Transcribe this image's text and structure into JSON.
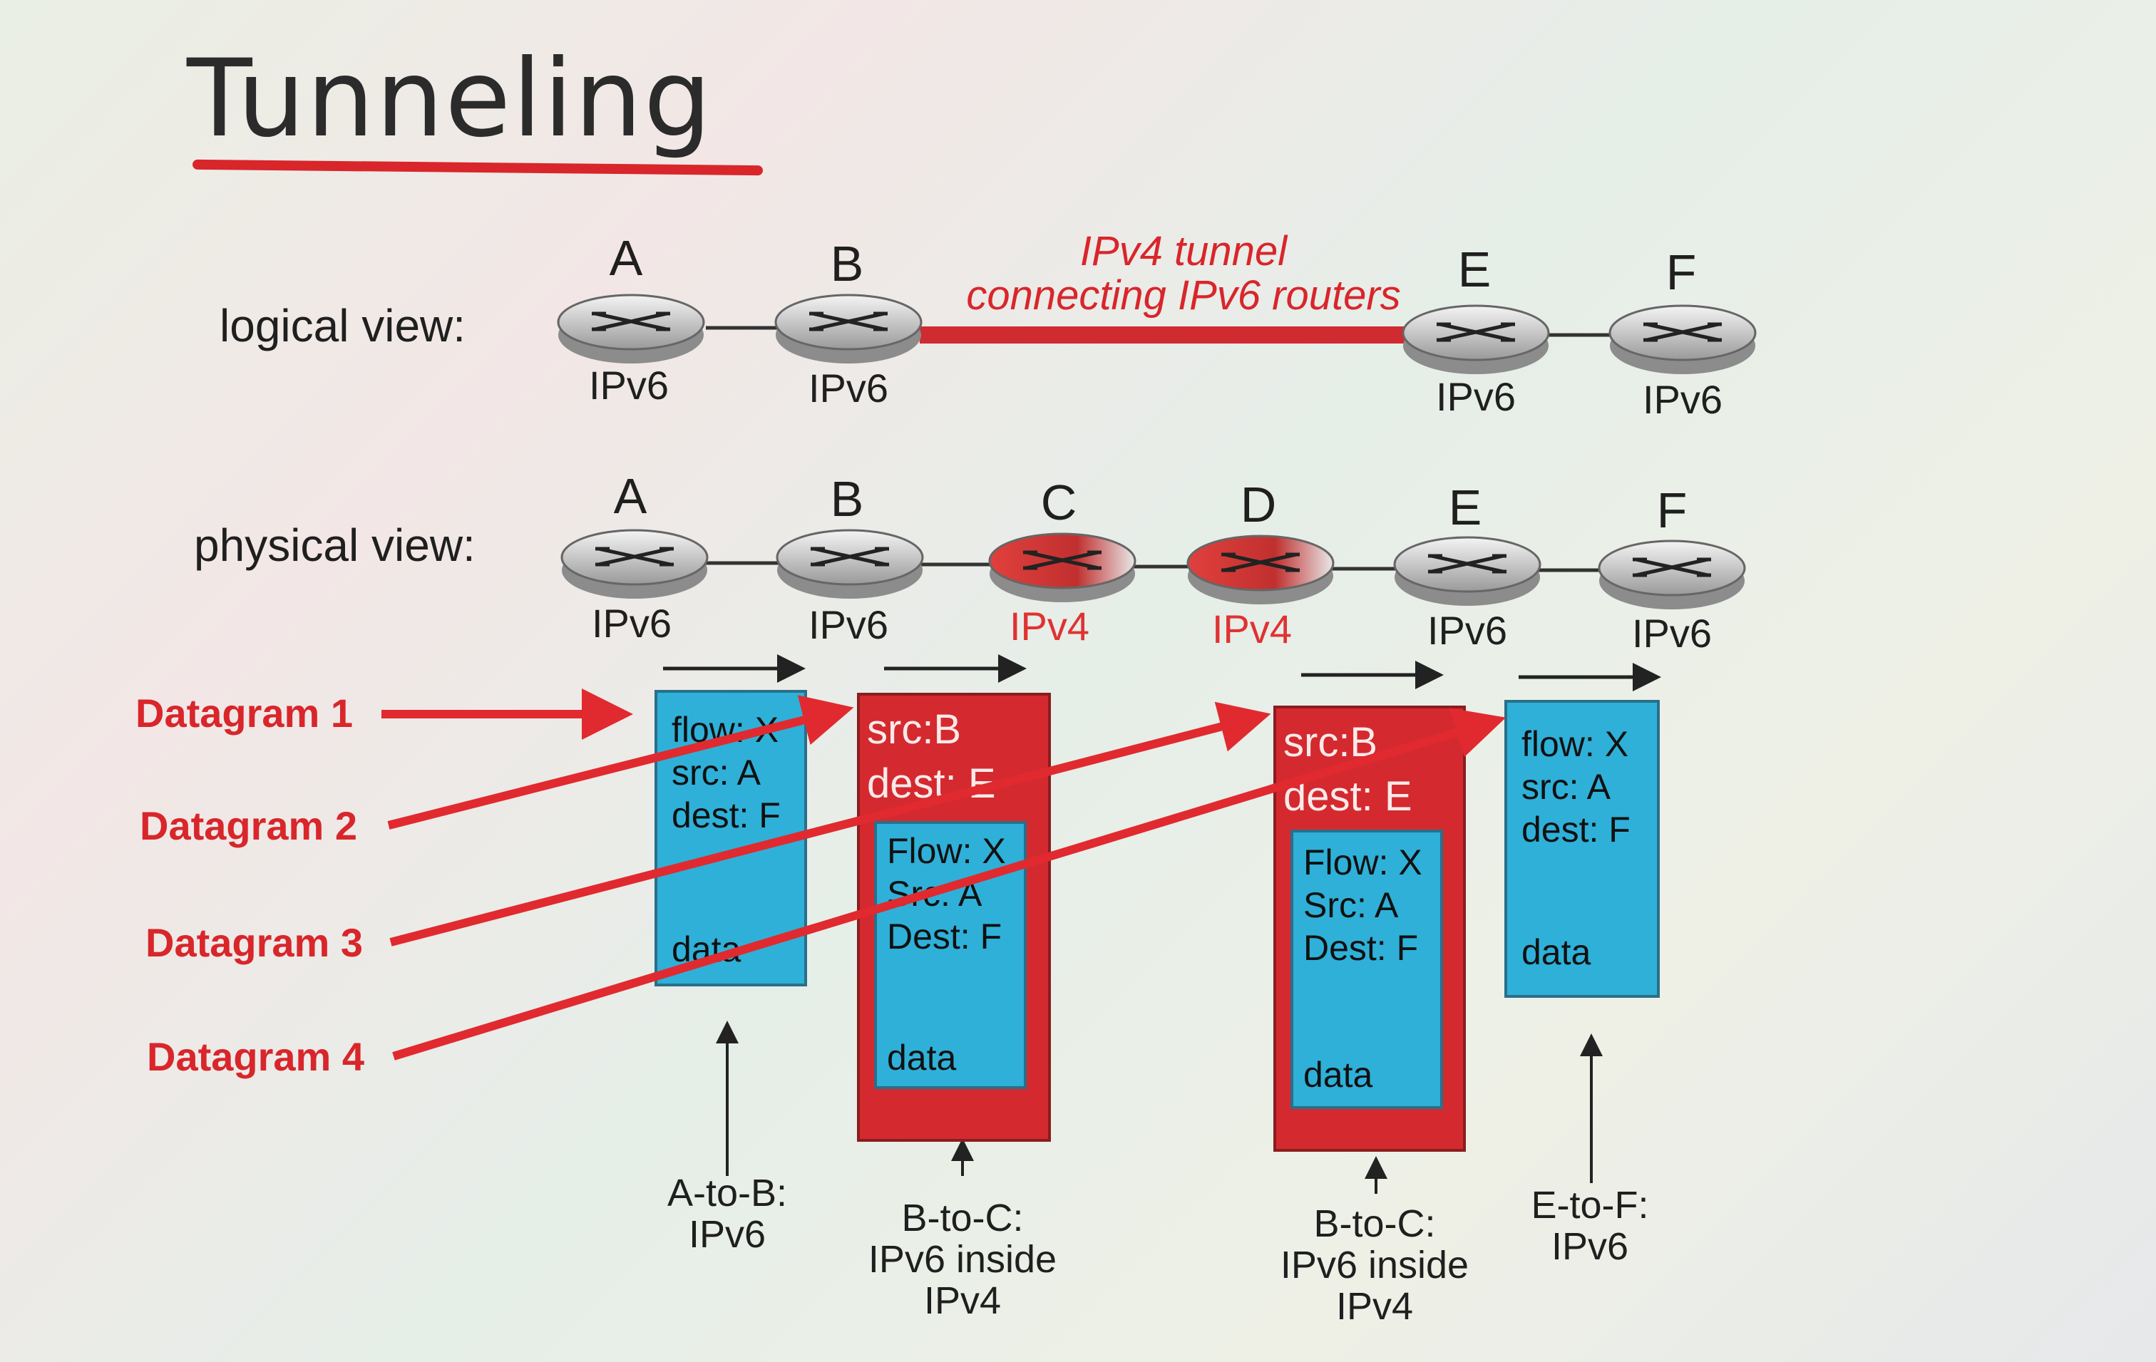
{
  "title": "Tunneling",
  "logical_view": {
    "label": "logical view:",
    "tunnel_label_line1": "IPv4 tunnel",
    "tunnel_label_line2": "connecting IPv6 routers",
    "routers": [
      {
        "letter": "A",
        "proto": "IPv6"
      },
      {
        "letter": "B",
        "proto": "IPv6"
      },
      {
        "letter": "E",
        "proto": "IPv6"
      },
      {
        "letter": "F",
        "proto": "IPv6"
      }
    ]
  },
  "physical_view": {
    "label": "physical view:",
    "routers": [
      {
        "letter": "A",
        "proto": "IPv6"
      },
      {
        "letter": "B",
        "proto": "IPv6"
      },
      {
        "letter": "C",
        "proto": "IPv4"
      },
      {
        "letter": "D",
        "proto": "IPv4"
      },
      {
        "letter": "E",
        "proto": "IPv6"
      },
      {
        "letter": "F",
        "proto": "IPv6"
      }
    ]
  },
  "datagram_labels": [
    "Datagram 1",
    "Datagram 2",
    "Datagram 3",
    "Datagram 4"
  ],
  "packets": {
    "p1": {
      "lines": "flow: X\nsrc: A\ndest: F",
      "data": "data"
    },
    "p2": {
      "outer": "src:B\ndest: E",
      "inner": "Flow: X\nSrc: A\nDest: F",
      "data": "data"
    },
    "p3": {
      "outer": "src:B\ndest: E",
      "inner": "Flow: X\nSrc: A\nDest: F",
      "data": "data"
    },
    "p4": {
      "lines": "flow: X\nsrc: A\ndest: F",
      "data": "data"
    }
  },
  "captions": {
    "c1": "A-to-B:\nIPv6",
    "c2": "B-to-C:\nIPv6 inside\nIPv4",
    "c3": "B-to-C:\nIPv6 inside\nIPv4",
    "c4": "E-to-F:\nIPv6"
  },
  "colors": {
    "accent_red": "#d8262b",
    "packet_blue": "#2fb0d8",
    "packet_red": "#d42a2f"
  }
}
